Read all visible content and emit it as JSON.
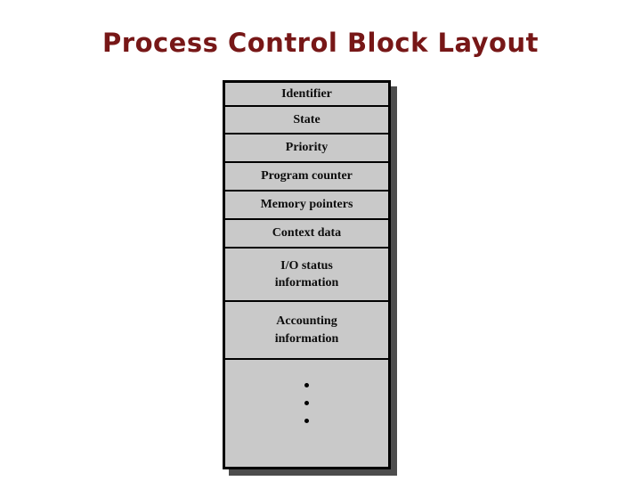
{
  "title": {
    "text": "Process Control Block Layout"
  },
  "colors": {
    "title": "#771717",
    "background": "#ffffff",
    "block_fill": "#c9c9c9",
    "border": "#000000",
    "shadow": "#4d4d4d"
  },
  "diagram": {
    "rows": [
      {
        "label": "Identifier"
      },
      {
        "label": "State"
      },
      {
        "label": "Priority"
      },
      {
        "label": "Program counter"
      },
      {
        "label": "Memory pointers"
      },
      {
        "label": "Context data"
      },
      {
        "label": "I/O status\ninformation"
      },
      {
        "label": "Accounting\ninformation"
      },
      {
        "label": "",
        "dots": true,
        "dot_count": 3
      }
    ]
  }
}
